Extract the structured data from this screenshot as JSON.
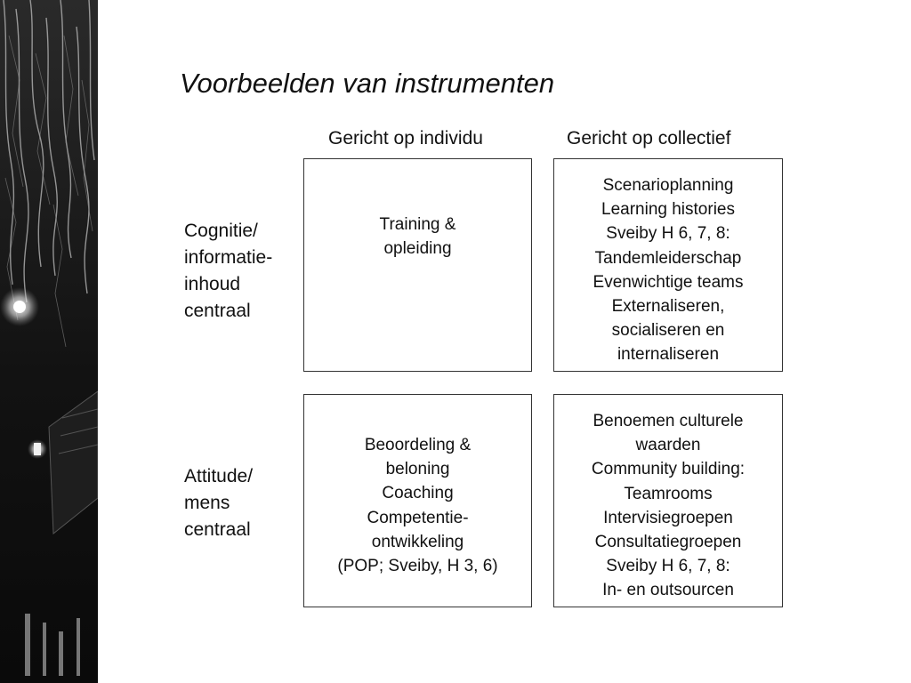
{
  "slide": {
    "title": "Voorbeelden van instrumenten"
  },
  "columns": [
    {
      "label": "Gericht op individu"
    },
    {
      "label": "Gericht op collectief"
    }
  ],
  "rows": [
    {
      "label_lines": [
        "Cognitie/",
        "informatie-",
        "inhoud",
        "centraal"
      ]
    },
    {
      "label_lines": [
        "Attitude/",
        "mens",
        "centraal"
      ]
    }
  ],
  "cells": [
    {
      "lines": [
        "Training &",
        "opleiding"
      ]
    },
    {
      "lines": [
        "Scenarioplanning",
        "Learning histories",
        "Sveiby H 6, 7, 8:",
        "Tandemleiderschap",
        "Evenwichtige teams",
        "Externaliseren,",
        "socialiseren en",
        "internaliseren"
      ]
    },
    {
      "lines": [
        "Beoordeling &",
        "beloning",
        "Coaching",
        "Competentie-",
        "ontwikkeling",
        "(POP; Sveiby, H 3, 6)"
      ]
    },
    {
      "lines": [
        "Benoemen culturele",
        "waarden",
        "Community building:",
        "Teamrooms",
        "Intervisiegroepen",
        "Consultatiegroepen",
        "Sveiby H 6, 7, 8:",
        "In- en outsourcen"
      ]
    }
  ]
}
